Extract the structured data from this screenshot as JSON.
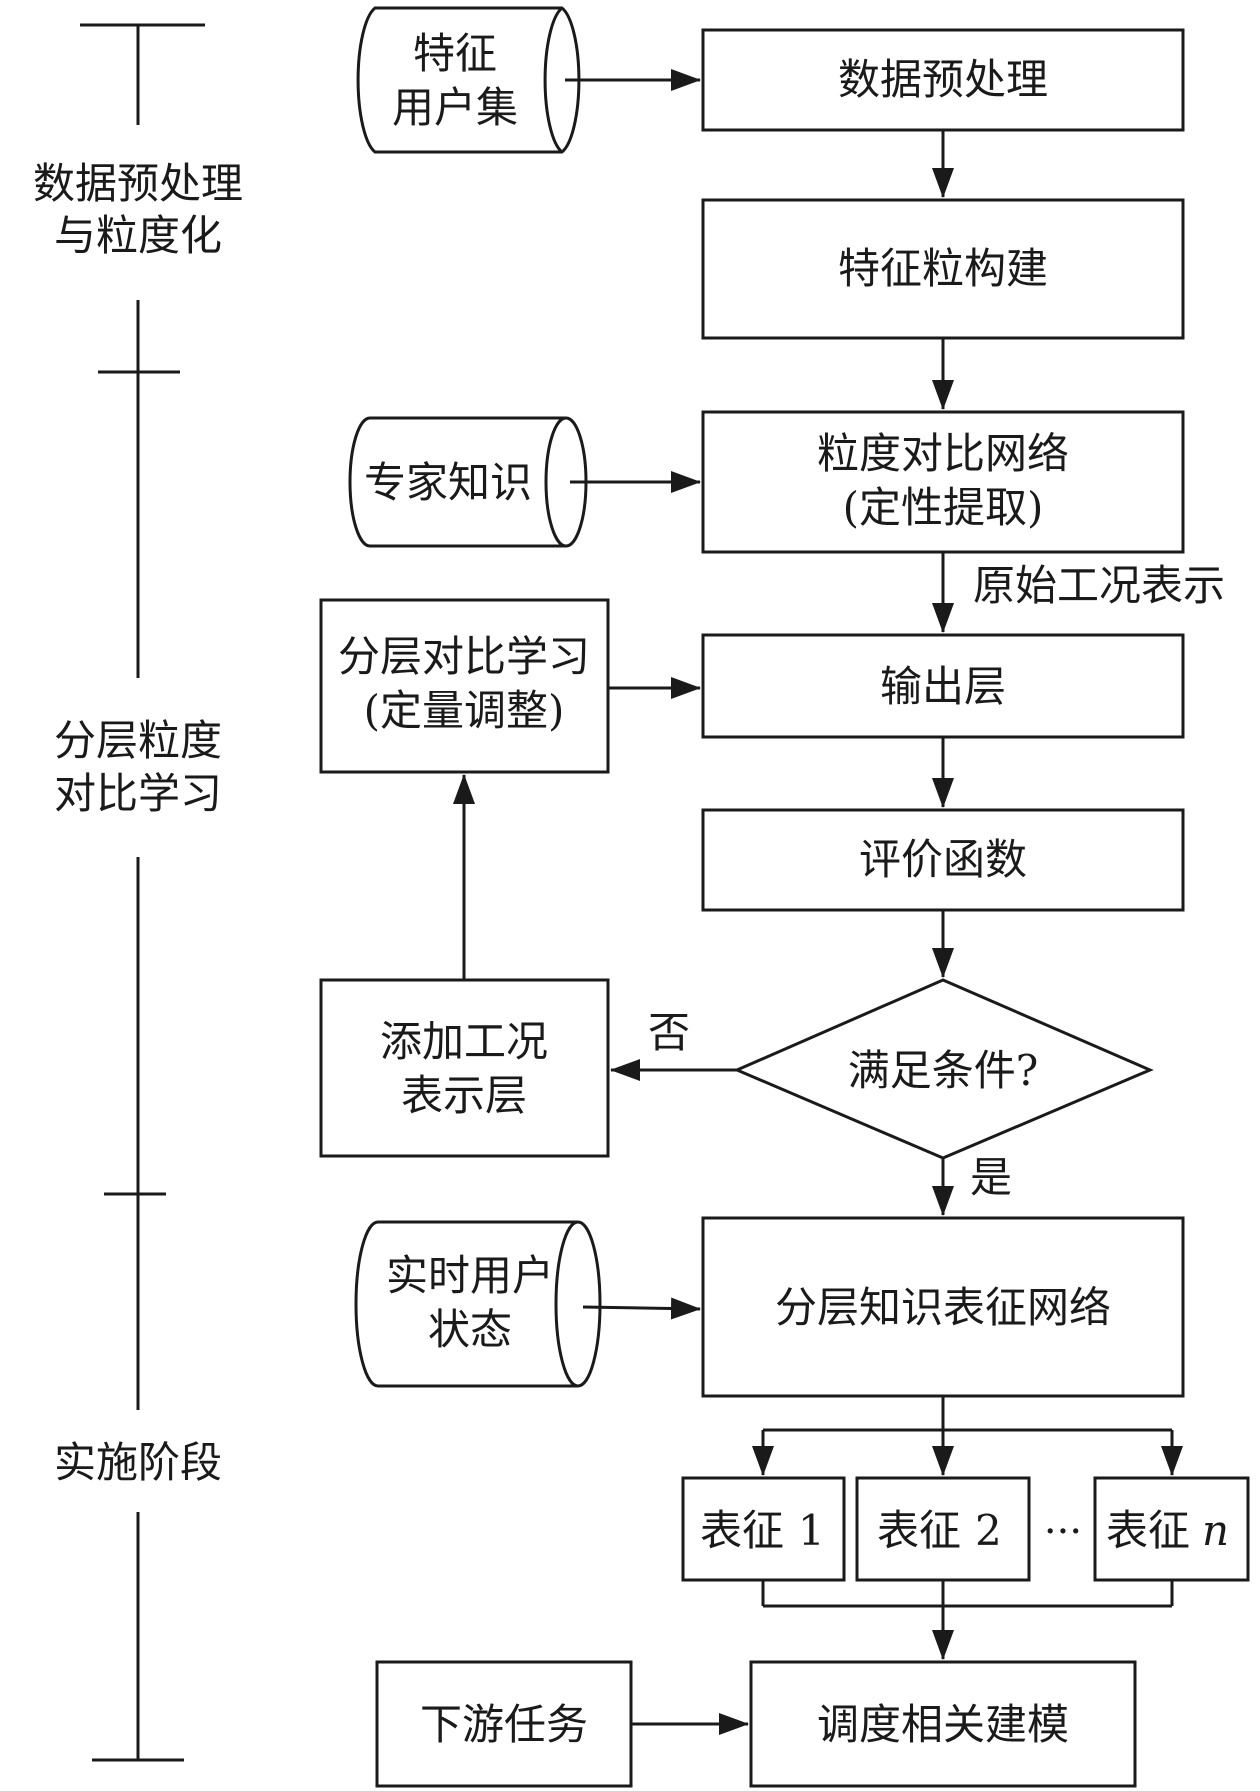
{
  "stages": {
    "s1": {
      "line1": "数据预处理",
      "line2": "与粒度化"
    },
    "s2": {
      "line1": "分层粒度",
      "line2": "对比学习"
    },
    "s3": {
      "line1": "实施阶段"
    }
  },
  "inputs": {
    "feature_users": {
      "line1": "特征",
      "line2": "用户集"
    },
    "expert_knowledge": {
      "line1": "专家知识"
    },
    "realtime_state": {
      "line1": "实时用户",
      "line2": "状态"
    }
  },
  "process": {
    "preprocess": "数据预处理",
    "feature_granule": "特征粒构建",
    "granularity_net": {
      "line1": "粒度对比网络",
      "line2": "(定性提取)"
    },
    "output_layer": "输出层",
    "eval_function": "评价函数",
    "condition": "满足条件?",
    "hierarchical_net": "分层知识表征网络",
    "scheduling": "调度相关建模"
  },
  "side": {
    "hier_learning": {
      "line1": "分层对比学习",
      "line2": "(定量调整)"
    },
    "add_layer": {
      "line1": "添加工况",
      "line2": "表示层"
    },
    "downstream": "下游任务"
  },
  "edge_labels": {
    "raw_repr": "原始工况表示",
    "no": "否",
    "yes": "是"
  },
  "representations": {
    "prefix": "表征",
    "items": [
      "1",
      "2",
      "n"
    ],
    "ellipsis": "···"
  }
}
